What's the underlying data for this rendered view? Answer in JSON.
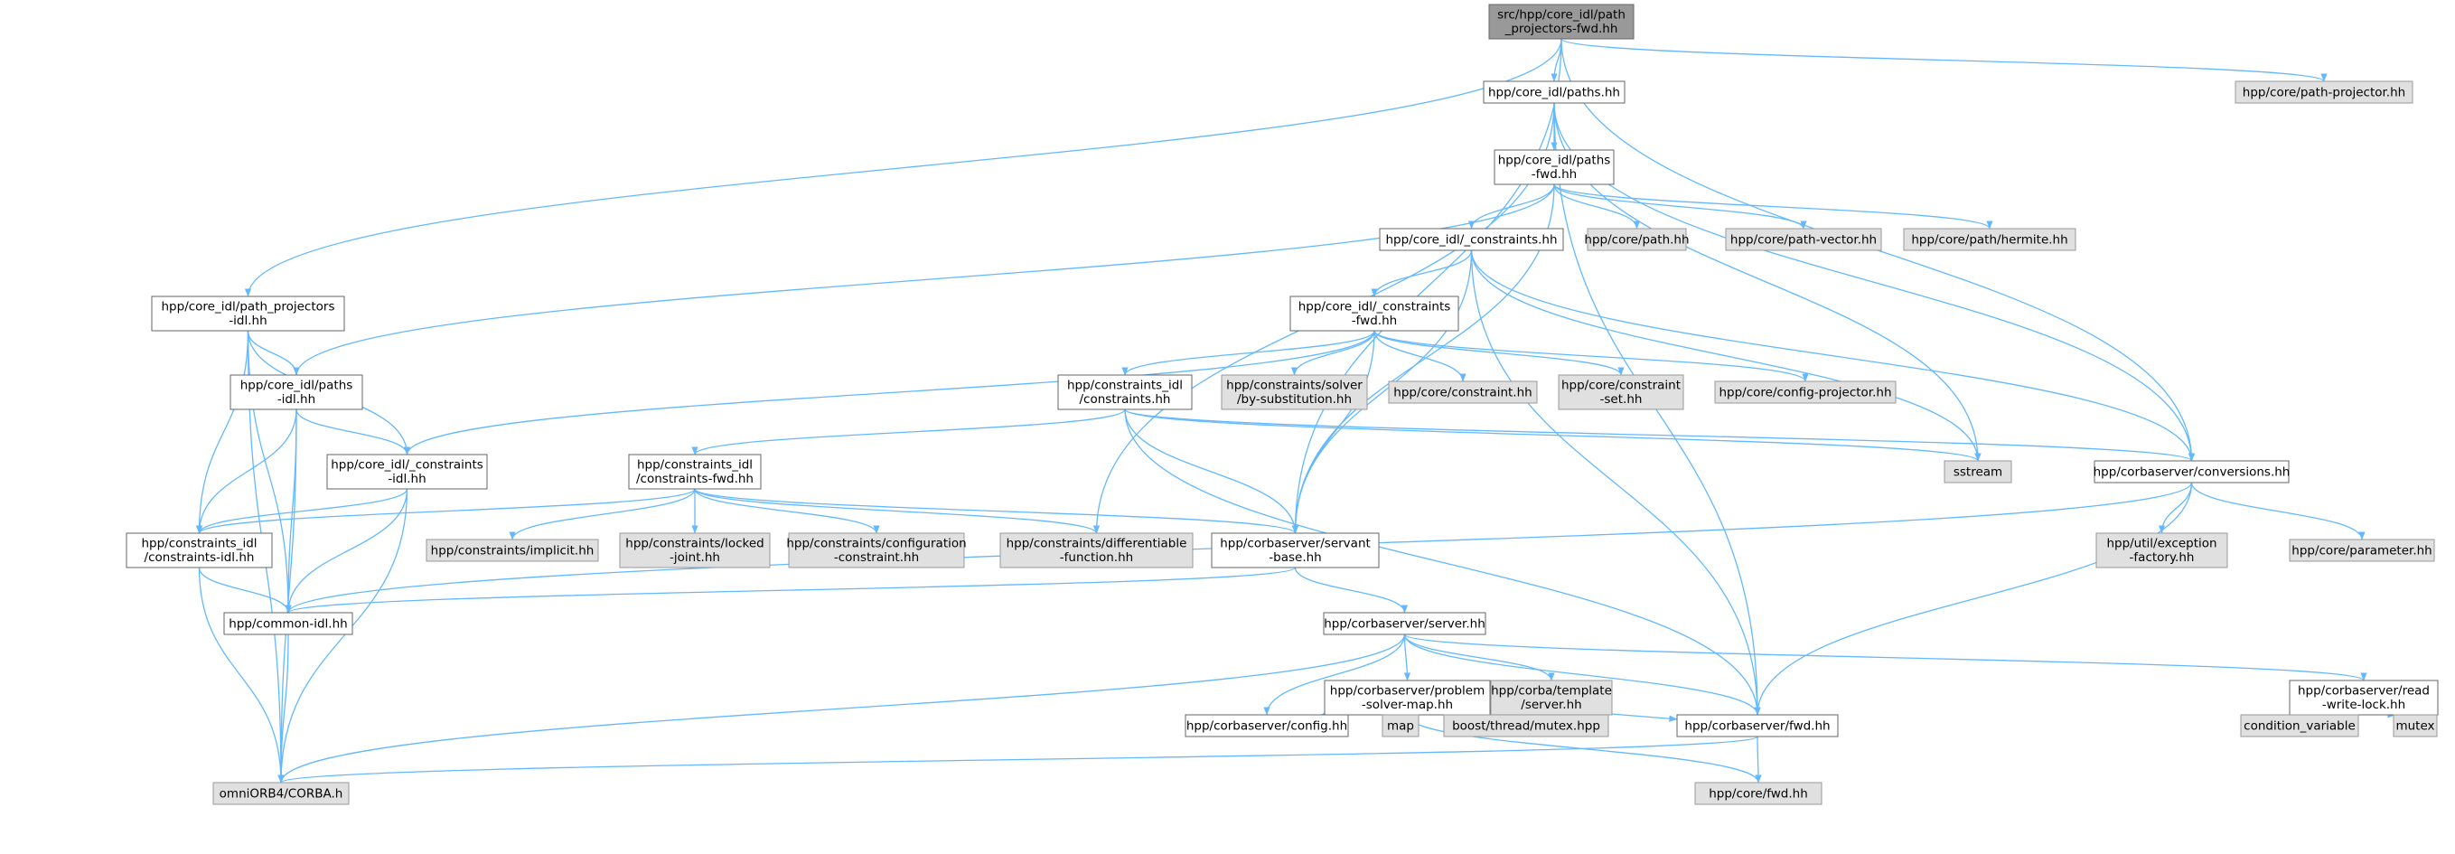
{
  "colors": {
    "edge": "#63b8ff",
    "root_fill": "#999999",
    "external_fill": "#e0e0e0",
    "normal_fill": "#ffffff",
    "border": "#666666"
  },
  "nodes": [
    {
      "id": "root",
      "kind": "root",
      "lines": [
        "src/hpp/core_idl/path",
        "_projectors-fwd.hh"
      ]
    },
    {
      "id": "paths",
      "kind": "normal",
      "lines": [
        "hpp/core_idl/paths.hh"
      ]
    },
    {
      "id": "pathproj",
      "kind": "external",
      "lines": [
        "hpp/core/path-projector.hh"
      ]
    },
    {
      "id": "pathsfwd",
      "kind": "normal",
      "lines": [
        "hpp/core_idl/paths",
        "-fwd.hh"
      ]
    },
    {
      "id": "constraints",
      "kind": "normal",
      "lines": [
        "hpp/core_idl/_constraints.hh"
      ]
    },
    {
      "id": "corepath",
      "kind": "external",
      "lines": [
        "hpp/core/path.hh"
      ]
    },
    {
      "id": "pathvector",
      "kind": "external",
      "lines": [
        "hpp/core/path-vector.hh"
      ]
    },
    {
      "id": "hermite",
      "kind": "external",
      "lines": [
        "hpp/core/path/hermite.hh"
      ]
    },
    {
      "id": "ppidl",
      "kind": "normal",
      "lines": [
        "hpp/core_idl/path_projectors",
        "-idl.hh"
      ]
    },
    {
      "id": "constrfwd",
      "kind": "normal",
      "lines": [
        "hpp/core_idl/_constraints",
        "-fwd.hh"
      ]
    },
    {
      "id": "pathsidl",
      "kind": "normal",
      "lines": [
        "hpp/core_idl/paths",
        "-idl.hh"
      ]
    },
    {
      "id": "cidlconstraints",
      "kind": "normal",
      "lines": [
        "hpp/constraints_idl",
        "/constraints.hh"
      ]
    },
    {
      "id": "solver",
      "kind": "external",
      "lines": [
        "hpp/constraints/solver",
        "/by-substitution.hh"
      ]
    },
    {
      "id": "coreconstraint",
      "kind": "external",
      "lines": [
        "hpp/core/constraint.hh"
      ]
    },
    {
      "id": "constraintset",
      "kind": "external",
      "lines": [
        "hpp/core/constraint",
        "-set.hh"
      ]
    },
    {
      "id": "configproj",
      "kind": "external",
      "lines": [
        "hpp/core/config-projector.hh"
      ]
    },
    {
      "id": "sstream",
      "kind": "external",
      "lines": [
        "sstream"
      ]
    },
    {
      "id": "conversions",
      "kind": "normal",
      "lines": [
        "hpp/corbaserver/conversions.hh"
      ]
    },
    {
      "id": "constridl",
      "kind": "normal",
      "lines": [
        "hpp/core_idl/_constraints",
        "-idl.hh"
      ]
    },
    {
      "id": "cfwdhh",
      "kind": "normal",
      "lines": [
        "hpp/constraints_idl",
        "/constraints-fwd.hh"
      ]
    },
    {
      "id": "cidlidl",
      "kind": "normal",
      "lines": [
        "hpp/constraints_idl",
        "/constraints-idl.hh"
      ]
    },
    {
      "id": "implicit",
      "kind": "external",
      "lines": [
        "hpp/constraints/implicit.hh"
      ]
    },
    {
      "id": "locked",
      "kind": "external",
      "lines": [
        "hpp/constraints/locked",
        "-joint.hh"
      ]
    },
    {
      "id": "configuration",
      "kind": "external",
      "lines": [
        "hpp/constraints/configuration",
        "-constraint.hh"
      ]
    },
    {
      "id": "differentiable",
      "kind": "external",
      "lines": [
        "hpp/constraints/differentiable",
        "-function.hh"
      ]
    },
    {
      "id": "servant",
      "kind": "normal",
      "lines": [
        "hpp/corbaserver/servant",
        "-base.hh"
      ]
    },
    {
      "id": "exception",
      "kind": "external",
      "lines": [
        "hpp/util/exception",
        "-factory.hh"
      ]
    },
    {
      "id": "parameter",
      "kind": "external",
      "lines": [
        "hpp/core/parameter.hh"
      ]
    },
    {
      "id": "commonidl",
      "kind": "normal",
      "lines": [
        "hpp/common-idl.hh"
      ]
    },
    {
      "id": "server",
      "kind": "normal",
      "lines": [
        "hpp/corbaserver/server.hh"
      ]
    },
    {
      "id": "problem",
      "kind": "normal",
      "lines": [
        "hpp/corbaserver/problem",
        "-solver-map.hh"
      ]
    },
    {
      "id": "template",
      "kind": "external",
      "lines": [
        "hpp/corba/template",
        "/server.hh"
      ]
    },
    {
      "id": "rwlock",
      "kind": "normal",
      "lines": [
        "hpp/corbaserver/read",
        "-write-lock.hh"
      ]
    },
    {
      "id": "config",
      "kind": "normal",
      "lines": [
        "hpp/corbaserver/config.hh"
      ]
    },
    {
      "id": "map",
      "kind": "external",
      "lines": [
        "map"
      ]
    },
    {
      "id": "mutexhpp",
      "kind": "external",
      "lines": [
        "boost/thread/mutex.hpp"
      ]
    },
    {
      "id": "cfwd",
      "kind": "normal",
      "lines": [
        "hpp/corbaserver/fwd.hh"
      ]
    },
    {
      "id": "condvar",
      "kind": "external",
      "lines": [
        "condition_variable"
      ]
    },
    {
      "id": "mutex",
      "kind": "external",
      "lines": [
        "mutex"
      ]
    },
    {
      "id": "omni",
      "kind": "external",
      "lines": [
        "omniORB4/CORBA.h"
      ]
    },
    {
      "id": "corefwd",
      "kind": "external",
      "lines": [
        "hpp/core/fwd.hh"
      ]
    }
  ],
  "edges": [
    [
      "root",
      "paths"
    ],
    [
      "root",
      "pathproj"
    ],
    [
      "root",
      "ppidl"
    ],
    [
      "root",
      "servant"
    ],
    [
      "root",
      "conversions"
    ],
    [
      "paths",
      "pathsfwd"
    ],
    [
      "paths",
      "differentiable"
    ],
    [
      "paths",
      "sstream"
    ],
    [
      "paths",
      "conversions"
    ],
    [
      "paths",
      "cfwd"
    ],
    [
      "pathsfwd",
      "constraints"
    ],
    [
      "pathsfwd",
      "corepath"
    ],
    [
      "pathsfwd",
      "pathvector"
    ],
    [
      "pathsfwd",
      "hermite"
    ],
    [
      "pathsfwd",
      "pathsidl"
    ],
    [
      "pathsfwd",
      "servant"
    ],
    [
      "constraints",
      "constrfwd"
    ],
    [
      "constraints",
      "servant"
    ],
    [
      "constraints",
      "sstream"
    ],
    [
      "constraints",
      "conversions"
    ],
    [
      "constraints",
      "cfwd"
    ],
    [
      "ppidl",
      "pathsidl"
    ],
    [
      "ppidl",
      "constridl"
    ],
    [
      "ppidl",
      "cidlidl"
    ],
    [
      "ppidl",
      "commonidl"
    ],
    [
      "ppidl",
      "omni"
    ],
    [
      "constrfwd",
      "cidlconstraints"
    ],
    [
      "constrfwd",
      "solver"
    ],
    [
      "constrfwd",
      "coreconstraint"
    ],
    [
      "constrfwd",
      "constraintset"
    ],
    [
      "constrfwd",
      "configproj"
    ],
    [
      "constrfwd",
      "constridl"
    ],
    [
      "constrfwd",
      "servant"
    ],
    [
      "pathsidl",
      "constridl"
    ],
    [
      "pathsidl",
      "cidlidl"
    ],
    [
      "pathsidl",
      "commonidl"
    ],
    [
      "pathsidl",
      "omni"
    ],
    [
      "cidlconstraints",
      "cfwdhh"
    ],
    [
      "cidlconstraints",
      "sstream"
    ],
    [
      "cidlconstraints",
      "conversions"
    ],
    [
      "cidlconstraints",
      "servant"
    ],
    [
      "cidlconstraints",
      "cfwd"
    ],
    [
      "constridl",
      "cidlidl"
    ],
    [
      "constridl",
      "commonidl"
    ],
    [
      "constridl",
      "omni"
    ],
    [
      "cfwdhh",
      "cidlidl"
    ],
    [
      "cfwdhh",
      "implicit"
    ],
    [
      "cfwdhh",
      "locked"
    ],
    [
      "cfwdhh",
      "configuration"
    ],
    [
      "cfwdhh",
      "differentiable"
    ],
    [
      "cfwdhh",
      "servant"
    ],
    [
      "cidlidl",
      "commonidl"
    ],
    [
      "cidlidl",
      "omni"
    ],
    [
      "conversions",
      "commonidl"
    ],
    [
      "conversions",
      "exception"
    ],
    [
      "conversions",
      "parameter"
    ],
    [
      "conversions",
      "cfwd"
    ],
    [
      "servant",
      "commonidl"
    ],
    [
      "servant",
      "server"
    ],
    [
      "commonidl",
      "omni"
    ],
    [
      "server",
      "problem"
    ],
    [
      "server",
      "template"
    ],
    [
      "server",
      "rwlock"
    ],
    [
      "server",
      "config"
    ],
    [
      "server",
      "cfwd"
    ],
    [
      "server",
      "omni"
    ],
    [
      "problem",
      "config"
    ],
    [
      "problem",
      "map"
    ],
    [
      "problem",
      "mutexhpp"
    ],
    [
      "problem",
      "cfwd"
    ],
    [
      "problem",
      "corefwd"
    ],
    [
      "rwlock",
      "condvar"
    ],
    [
      "rwlock",
      "mutex"
    ],
    [
      "cfwd",
      "omni"
    ],
    [
      "cfwd",
      "corefwd"
    ]
  ]
}
